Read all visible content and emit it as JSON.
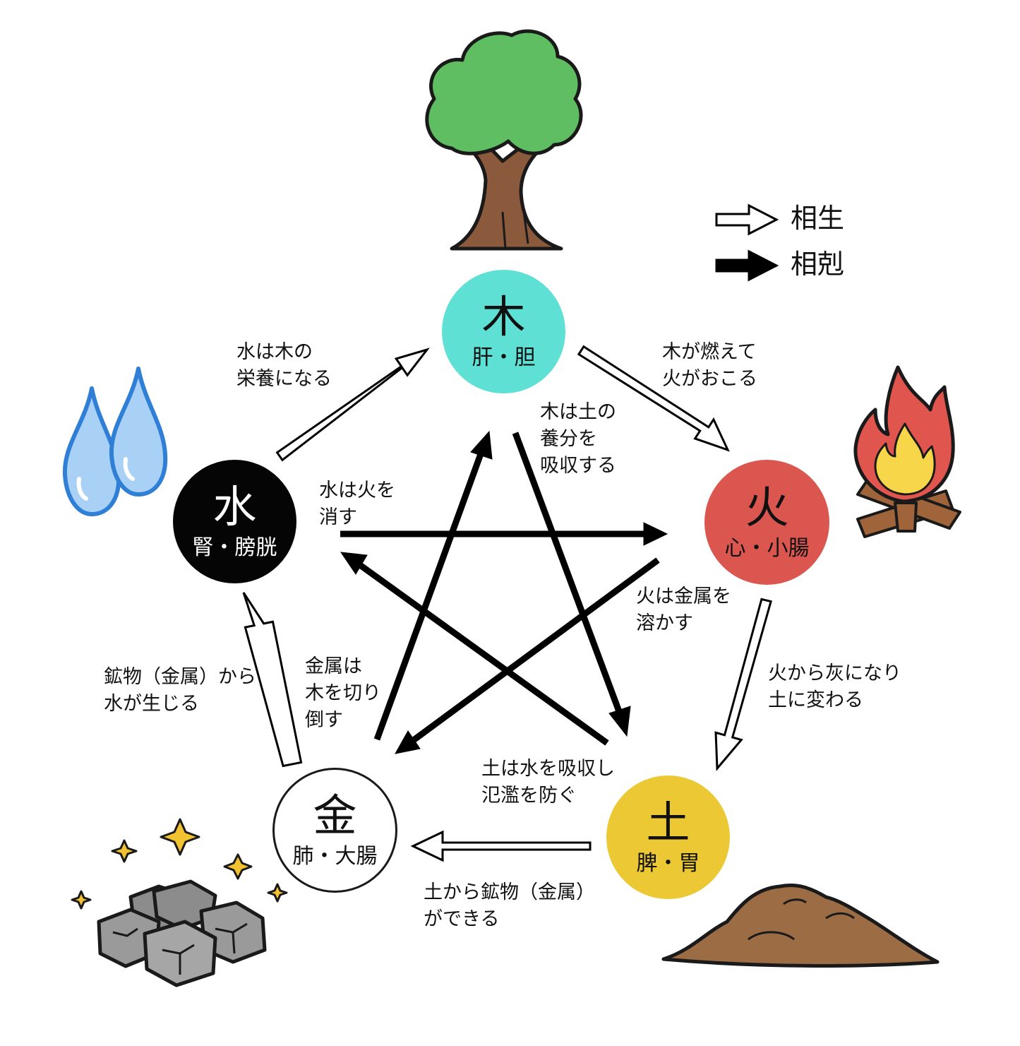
{
  "colors": {
    "wood": "#5ee0d4",
    "fire": "#dc5650",
    "earth": "#ecc934",
    "metal": "#ffffff",
    "water": "#050505",
    "generate_arrow_fill": "#ffffff",
    "overcome_arrow_fill": "#000000"
  },
  "legend": {
    "generate": "相生",
    "overcome": "相剋"
  },
  "elements": {
    "wood": {
      "symbol": "木",
      "organs": "肝・胆",
      "icon": "tree-icon"
    },
    "fire": {
      "symbol": "火",
      "organs": "心・小腸",
      "icon": "campfire-icon"
    },
    "earth": {
      "symbol": "土",
      "organs": "脾・胃",
      "icon": "soil-pile-icon"
    },
    "metal": {
      "symbol": "金",
      "organs": "肺・大腸",
      "icon": "ore-rocks-icon"
    },
    "water": {
      "symbol": "水",
      "organs": "腎・膀胱",
      "icon": "water-drops-icon"
    }
  },
  "generating": {
    "water_to_wood": [
      "水は木の",
      "栄養になる"
    ],
    "wood_to_fire": [
      "木が燃えて",
      "火がおこる"
    ],
    "fire_to_earth": [
      "火から灰になり",
      "土に変わる"
    ],
    "earth_to_metal": [
      "土から鉱物（金属）",
      "ができる"
    ],
    "metal_to_water": [
      "鉱物（金属）から",
      "水が生じる"
    ]
  },
  "overcoming": {
    "wood_over_earth": [
      "木は土の",
      "養分を",
      "吸収する"
    ],
    "water_over_fire": [
      "水は火を",
      "消す"
    ],
    "fire_over_metal": [
      "火は金属を",
      "溶かす"
    ],
    "metal_over_wood": [
      "金属は",
      "木を切り",
      "倒す"
    ],
    "earth_over_water": [
      "土は水を吸収し",
      "氾濫を防ぐ"
    ]
  }
}
